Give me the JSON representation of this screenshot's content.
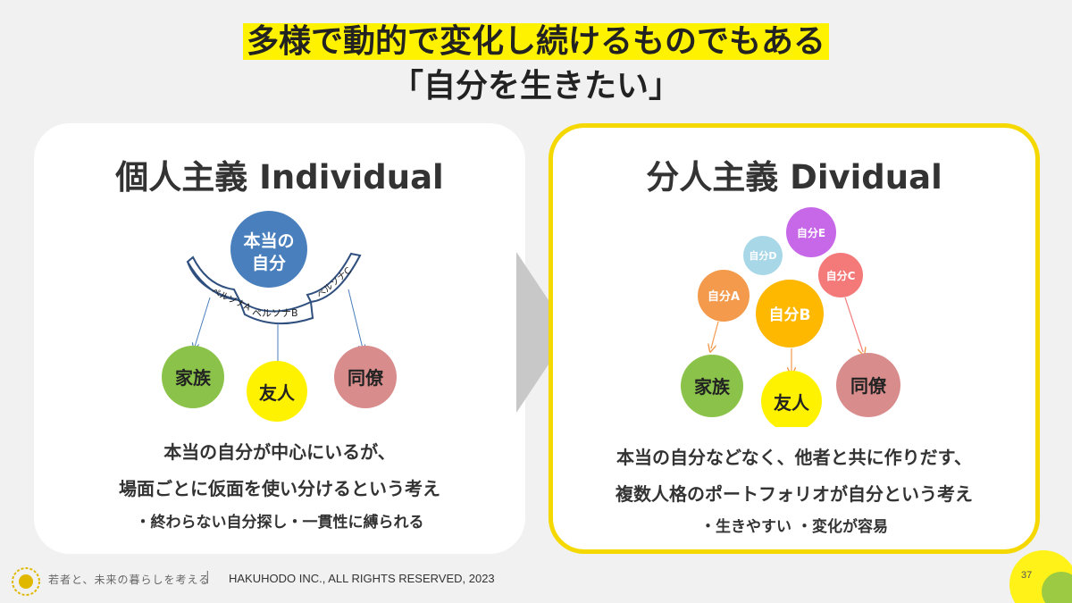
{
  "title": {
    "line1": "多様で動的で変化し続けるものでもある",
    "line2": "「自分を生きたい」"
  },
  "left": {
    "heading": "個人主義 Individual",
    "core": [
      "本当の",
      "自分"
    ],
    "personas": [
      "ペルソナA",
      "ペルソナB",
      "ペルソナC"
    ],
    "targets": [
      "家族",
      "友人",
      "同僚"
    ],
    "caption1": "本当の自分が中心にいるが、",
    "caption2": "場面ごとに仮面を使い分けるという考え",
    "caption3": "・終わらない自分探し・一貫性に縛られる"
  },
  "right": {
    "heading": "分人主義 Dividual",
    "selves": [
      "自分A",
      "自分B",
      "自分C",
      "自分D",
      "自分E"
    ],
    "targets": [
      "家族",
      "友人",
      "同僚"
    ],
    "caption1": "本当の自分などなく、他者と共に作りだす、",
    "caption2": "複数人格のポートフォリオが自分という考え",
    "caption3": "・生きやすい ・変化が容易"
  },
  "footer": {
    "tagline": "若者と、未来の暮らしを考える",
    "separator": "|",
    "copyright": "HAKUHODO INC., ALL RIGHTS RESERVED, 2023",
    "page": "37"
  },
  "colors": {
    "highlight": "#fff200",
    "frame": "#f4d800",
    "core": "#4a7fbd",
    "family": "#8bc34a",
    "friend": "#fff200",
    "colleague": "#d98c8c",
    "selfA": "#f39a4c",
    "selfB": "#ffb800",
    "selfC": "#f47a7a",
    "selfD": "#a8d8e8",
    "selfE": "#c768e8"
  }
}
